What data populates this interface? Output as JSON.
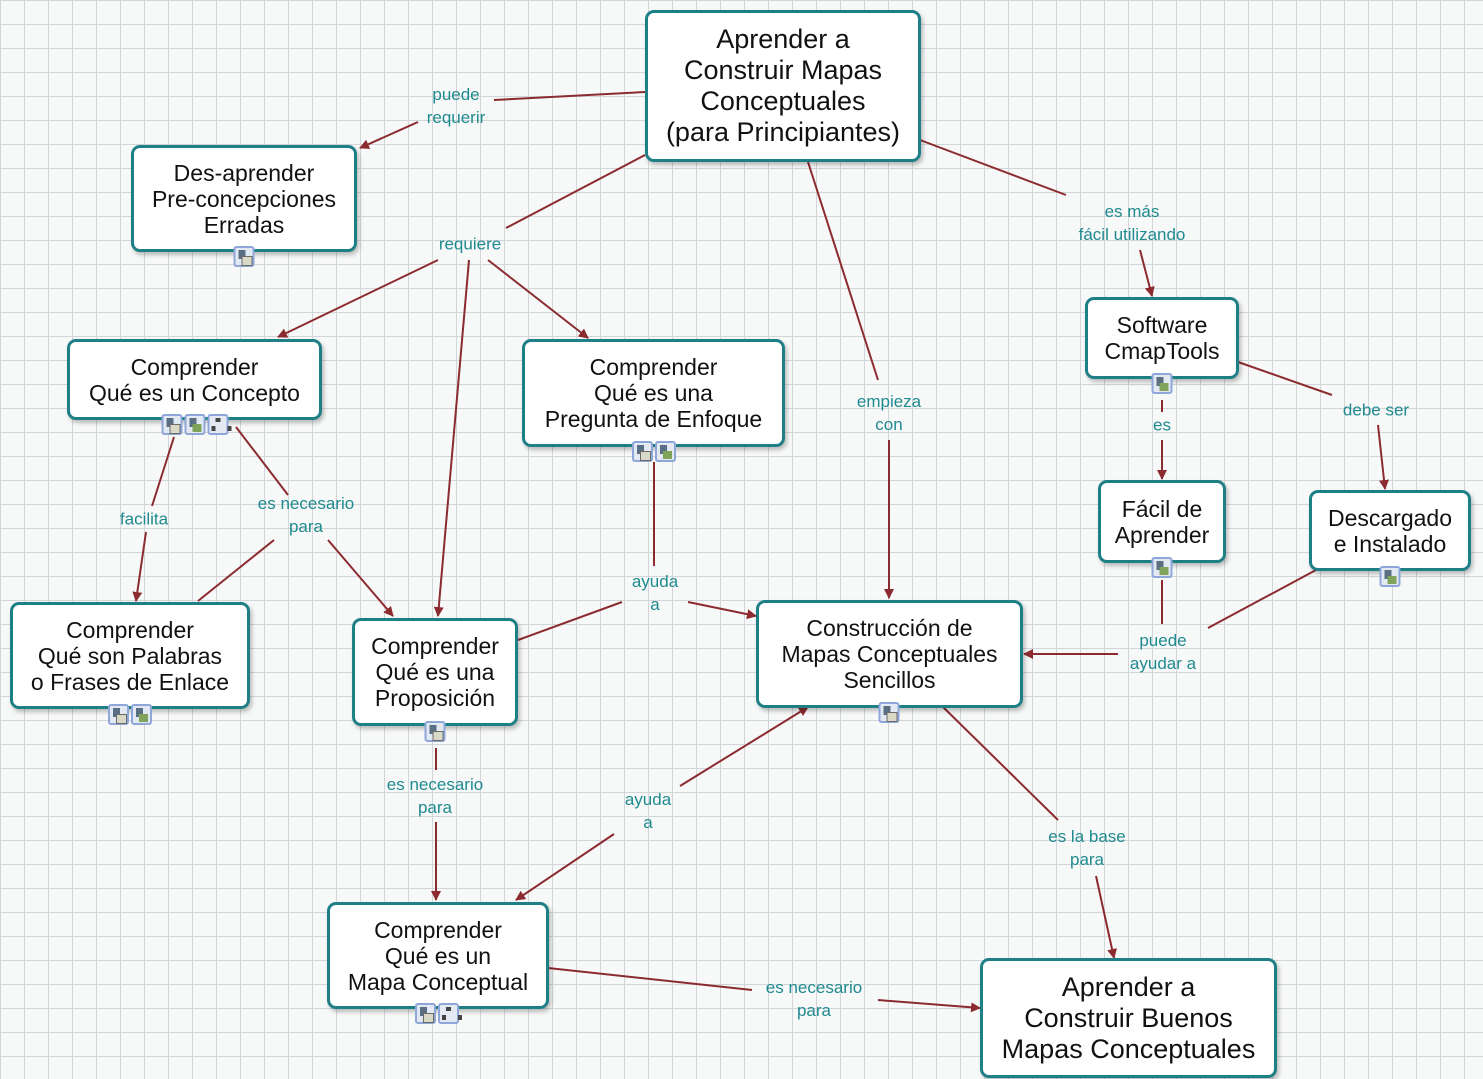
{
  "concepts": {
    "aprender_construir": "Aprender a\nConstruir Mapas\nConceptuales\n(para Principiantes)",
    "desaprender": "Des-aprender\nPre-concepciones\nErradas",
    "concepto": "Comprender\nQué es un Concepto",
    "pregunta_enfoque": "Comprender\nQué es una\nPregunta de Enfoque",
    "software": "Software\nCmapTools",
    "facil_aprender": "Fácil de\nAprender",
    "descargado": "Descargado\ne Instalado",
    "palabras_enlace": "Comprender\nQué son Palabras\no Frases de Enlace",
    "proposicion": "Comprender\nQué es una\nProposición",
    "construccion_sencillos": "Construcción de\nMapas Conceptuales\nSencillos",
    "mapa_conceptual": "Comprender\nQué es un\nMapa Conceptual",
    "buenos_mapas": "Aprender a\nConstruir Buenos\nMapas Conceptuales"
  },
  "link_phrases": {
    "puede_requerir": "puede\nrequerir",
    "requiere": "requiere",
    "empieza_con": "empieza\ncon",
    "es_mas_facil": "es más\nfácil utilizando",
    "facilita": "facilita",
    "es_necesario_para_1": "es necesario\npara",
    "ayuda_a_1": "ayuda\na",
    "es": "es",
    "debe_ser": "debe ser",
    "puede_ayudar_a": "puede\nayudar a",
    "es_necesario_para_2": "es necesario\npara",
    "ayuda_a_2": "ayuda\na",
    "es_la_base_para": "es la base\npara",
    "es_necesario_para_3": "es necesario\npara"
  },
  "resource_icons": {
    "desaprender": [
      "document-icon"
    ],
    "concepto": [
      "document-icon",
      "image-icon",
      "concept-map-icon"
    ],
    "pregunta_enfoque": [
      "document-icon",
      "image-icon"
    ],
    "software": [
      "image-icon"
    ],
    "facil_aprender": [
      "image-icon"
    ],
    "descargado": [
      "image-icon"
    ],
    "palabras_enlace": [
      "document-icon",
      "image-icon"
    ],
    "proposicion": [
      "document-icon"
    ],
    "construccion_sencillos": [
      "document-icon"
    ],
    "mapa_conceptual": [
      "document-icon",
      "concept-map-icon"
    ]
  },
  "colors": {
    "node_border": "#1f7f86",
    "link_text": "#1f8a8f",
    "connector": "#8b2b2f",
    "grid": "#d3d6d8"
  }
}
